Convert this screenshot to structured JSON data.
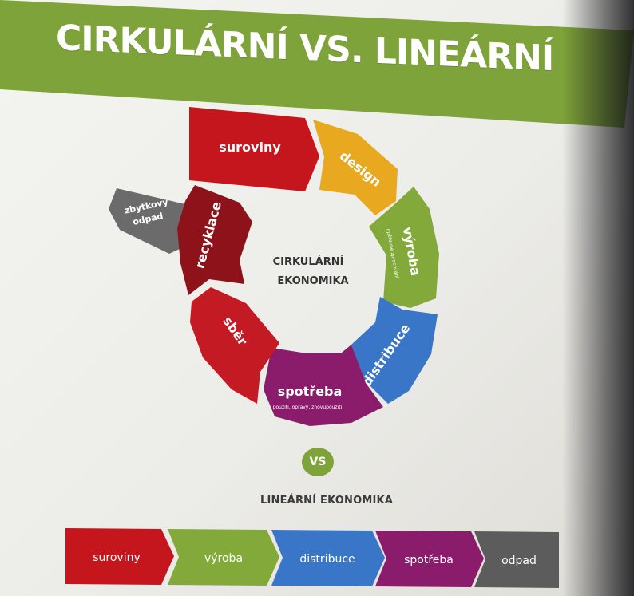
{
  "slide": {
    "title": "CIRKULÁRNÍ VS. LINEÁRNÍ"
  },
  "colors": {
    "banner": "#7ea33a",
    "suroviny": "#c4161c",
    "design": "#e8a920",
    "vyroba": "#82a93a",
    "distribuce": "#3a76c8",
    "spotreba": "#8a1c6b",
    "sber": "#c31a24",
    "recyklace": "#8e1219",
    "zbytkovy": "#6b6b6b",
    "odpad": "#5c5c5c"
  },
  "circular": {
    "center_line1": "CIRKULÁRNÍ",
    "center_line2": "EKONOMIKA",
    "suroviny": "suroviny",
    "design": "design",
    "vyroba": "výroba",
    "vyroba_sub": "opětovné zpracování",
    "distribuce": "distribuce",
    "spotreba": "spotřeba",
    "spotreba_sub": "použití, opravy, znovupoužití",
    "sber": "sběr",
    "recyklace": "recyklace",
    "zbytkovy_line1": "zbytkový",
    "zbytkovy_line2": "odpad"
  },
  "vs": "VS",
  "linear": {
    "title": "LINEÁRNÍ EKONOMIKA",
    "steps": [
      "suroviny",
      "výroba",
      "distribuce",
      "spotřeba",
      "odpad"
    ]
  }
}
